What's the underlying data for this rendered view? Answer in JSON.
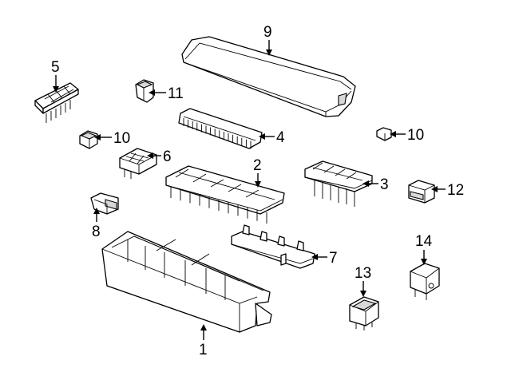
{
  "diagram": {
    "callouts": [
      {
        "id": "callout-1",
        "label": "1"
      },
      {
        "id": "callout-2",
        "label": "2"
      },
      {
        "id": "callout-3",
        "label": "3"
      },
      {
        "id": "callout-4",
        "label": "4"
      },
      {
        "id": "callout-5",
        "label": "5"
      },
      {
        "id": "callout-6",
        "label": "6"
      },
      {
        "id": "callout-7",
        "label": "7"
      },
      {
        "id": "callout-8",
        "label": "8"
      },
      {
        "id": "callout-9",
        "label": "9"
      },
      {
        "id": "callout-10a",
        "label": "10"
      },
      {
        "id": "callout-10b",
        "label": "10"
      },
      {
        "id": "callout-11",
        "label": "11"
      },
      {
        "id": "callout-12",
        "label": "12"
      },
      {
        "id": "callout-13",
        "label": "13"
      },
      {
        "id": "callout-14",
        "label": "14"
      }
    ]
  }
}
